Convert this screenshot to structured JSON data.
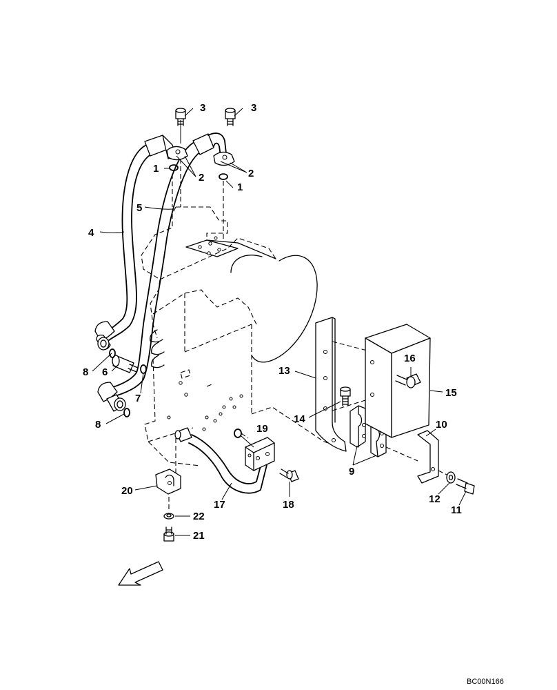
{
  "callouts": {
    "c1a": "1",
    "c1b": "1",
    "c2a": "2",
    "c2b": "2",
    "c3a": "3",
    "c3b": "3",
    "c4": "4",
    "c5": "5",
    "c6": "6",
    "c7": "7",
    "c8a": "8",
    "c8b": "8",
    "c9": "9",
    "c10": "10",
    "c11": "11",
    "c12": "12",
    "c13": "13",
    "c14": "14",
    "c15": "15",
    "c16": "16",
    "c17": "17",
    "c18": "18",
    "c19": "19",
    "c20": "20",
    "c21": "21",
    "c22": "22"
  },
  "drawing_code": "BC00N166"
}
